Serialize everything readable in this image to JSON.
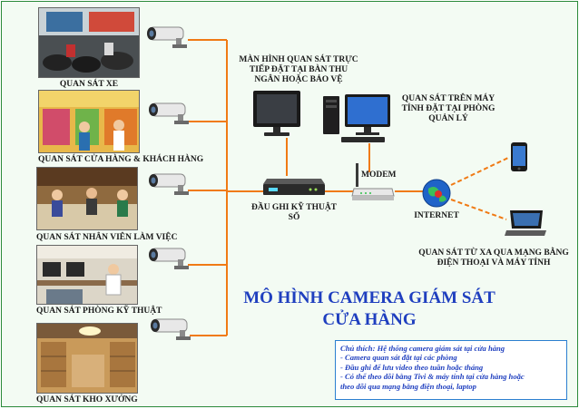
{
  "diagram": {
    "title_line1": "MÔ HÌNH CAMERA GIÁM SÁT",
    "title_line2": "CỬA HÀNG",
    "areas": [
      {
        "label": "QUAN SÁT XE"
      },
      {
        "label": "QUAN SÁT CỬA HÀNG & KHÁCH HÀNG"
      },
      {
        "label": "QUAN SÁT NHÂN VIÊN LÀM VIỆC"
      },
      {
        "label": "QUAN SÁT PHÒNG KỸ THUẬT"
      },
      {
        "label": "QUAN SÁT KHO XƯỞNG"
      }
    ],
    "monitor_label": [
      "MÀN HÌNH QUAN SÁT TRỰC",
      "TIẾP ĐẶT TẠI BÀN THU",
      "NGÂN HOẶC BẢO VỆ"
    ],
    "pc_label": [
      "QUAN SÁT TRÊN MÁY",
      "TÍNH ĐẶT TẠI PHÒNG",
      "QUẢN LÝ"
    ],
    "modem_label": "MODEM",
    "dvr_label": [
      "ĐẦU GHI KỸ THUẬT",
      "SỐ"
    ],
    "internet_label": "INTERNET",
    "remote_label": [
      "QUAN SÁT TỪ XA QUA MẠNG BẰNG",
      "ĐIỆN THOẠI VÀ MÁY TÍNH"
    ],
    "note": {
      "heading": "Chú thích: Hệ thống camera giám sát tại cửa hàng",
      "lines": [
        "- Camera quan sát đặt tại các phòng",
        "- Đầu ghi để lưu video theo tuần hoặc tháng",
        "- Có thể theo dõi bằng Tivi & máy tính tại cửa hàng hoặc",
        "theo dõi qua mạng bằng điện thoại, laptop"
      ]
    },
    "colors": {
      "wire": "#f07a14",
      "title": "#1f3fbf",
      "note_border": "#2b7fd0",
      "background": "#f3fbf3"
    },
    "icons": [
      "camera-icon",
      "monitor-icon",
      "desktop-pc-icon",
      "dvr-icon",
      "modem-icon",
      "globe-icon",
      "smartphone-icon",
      "laptop-icon"
    ]
  }
}
